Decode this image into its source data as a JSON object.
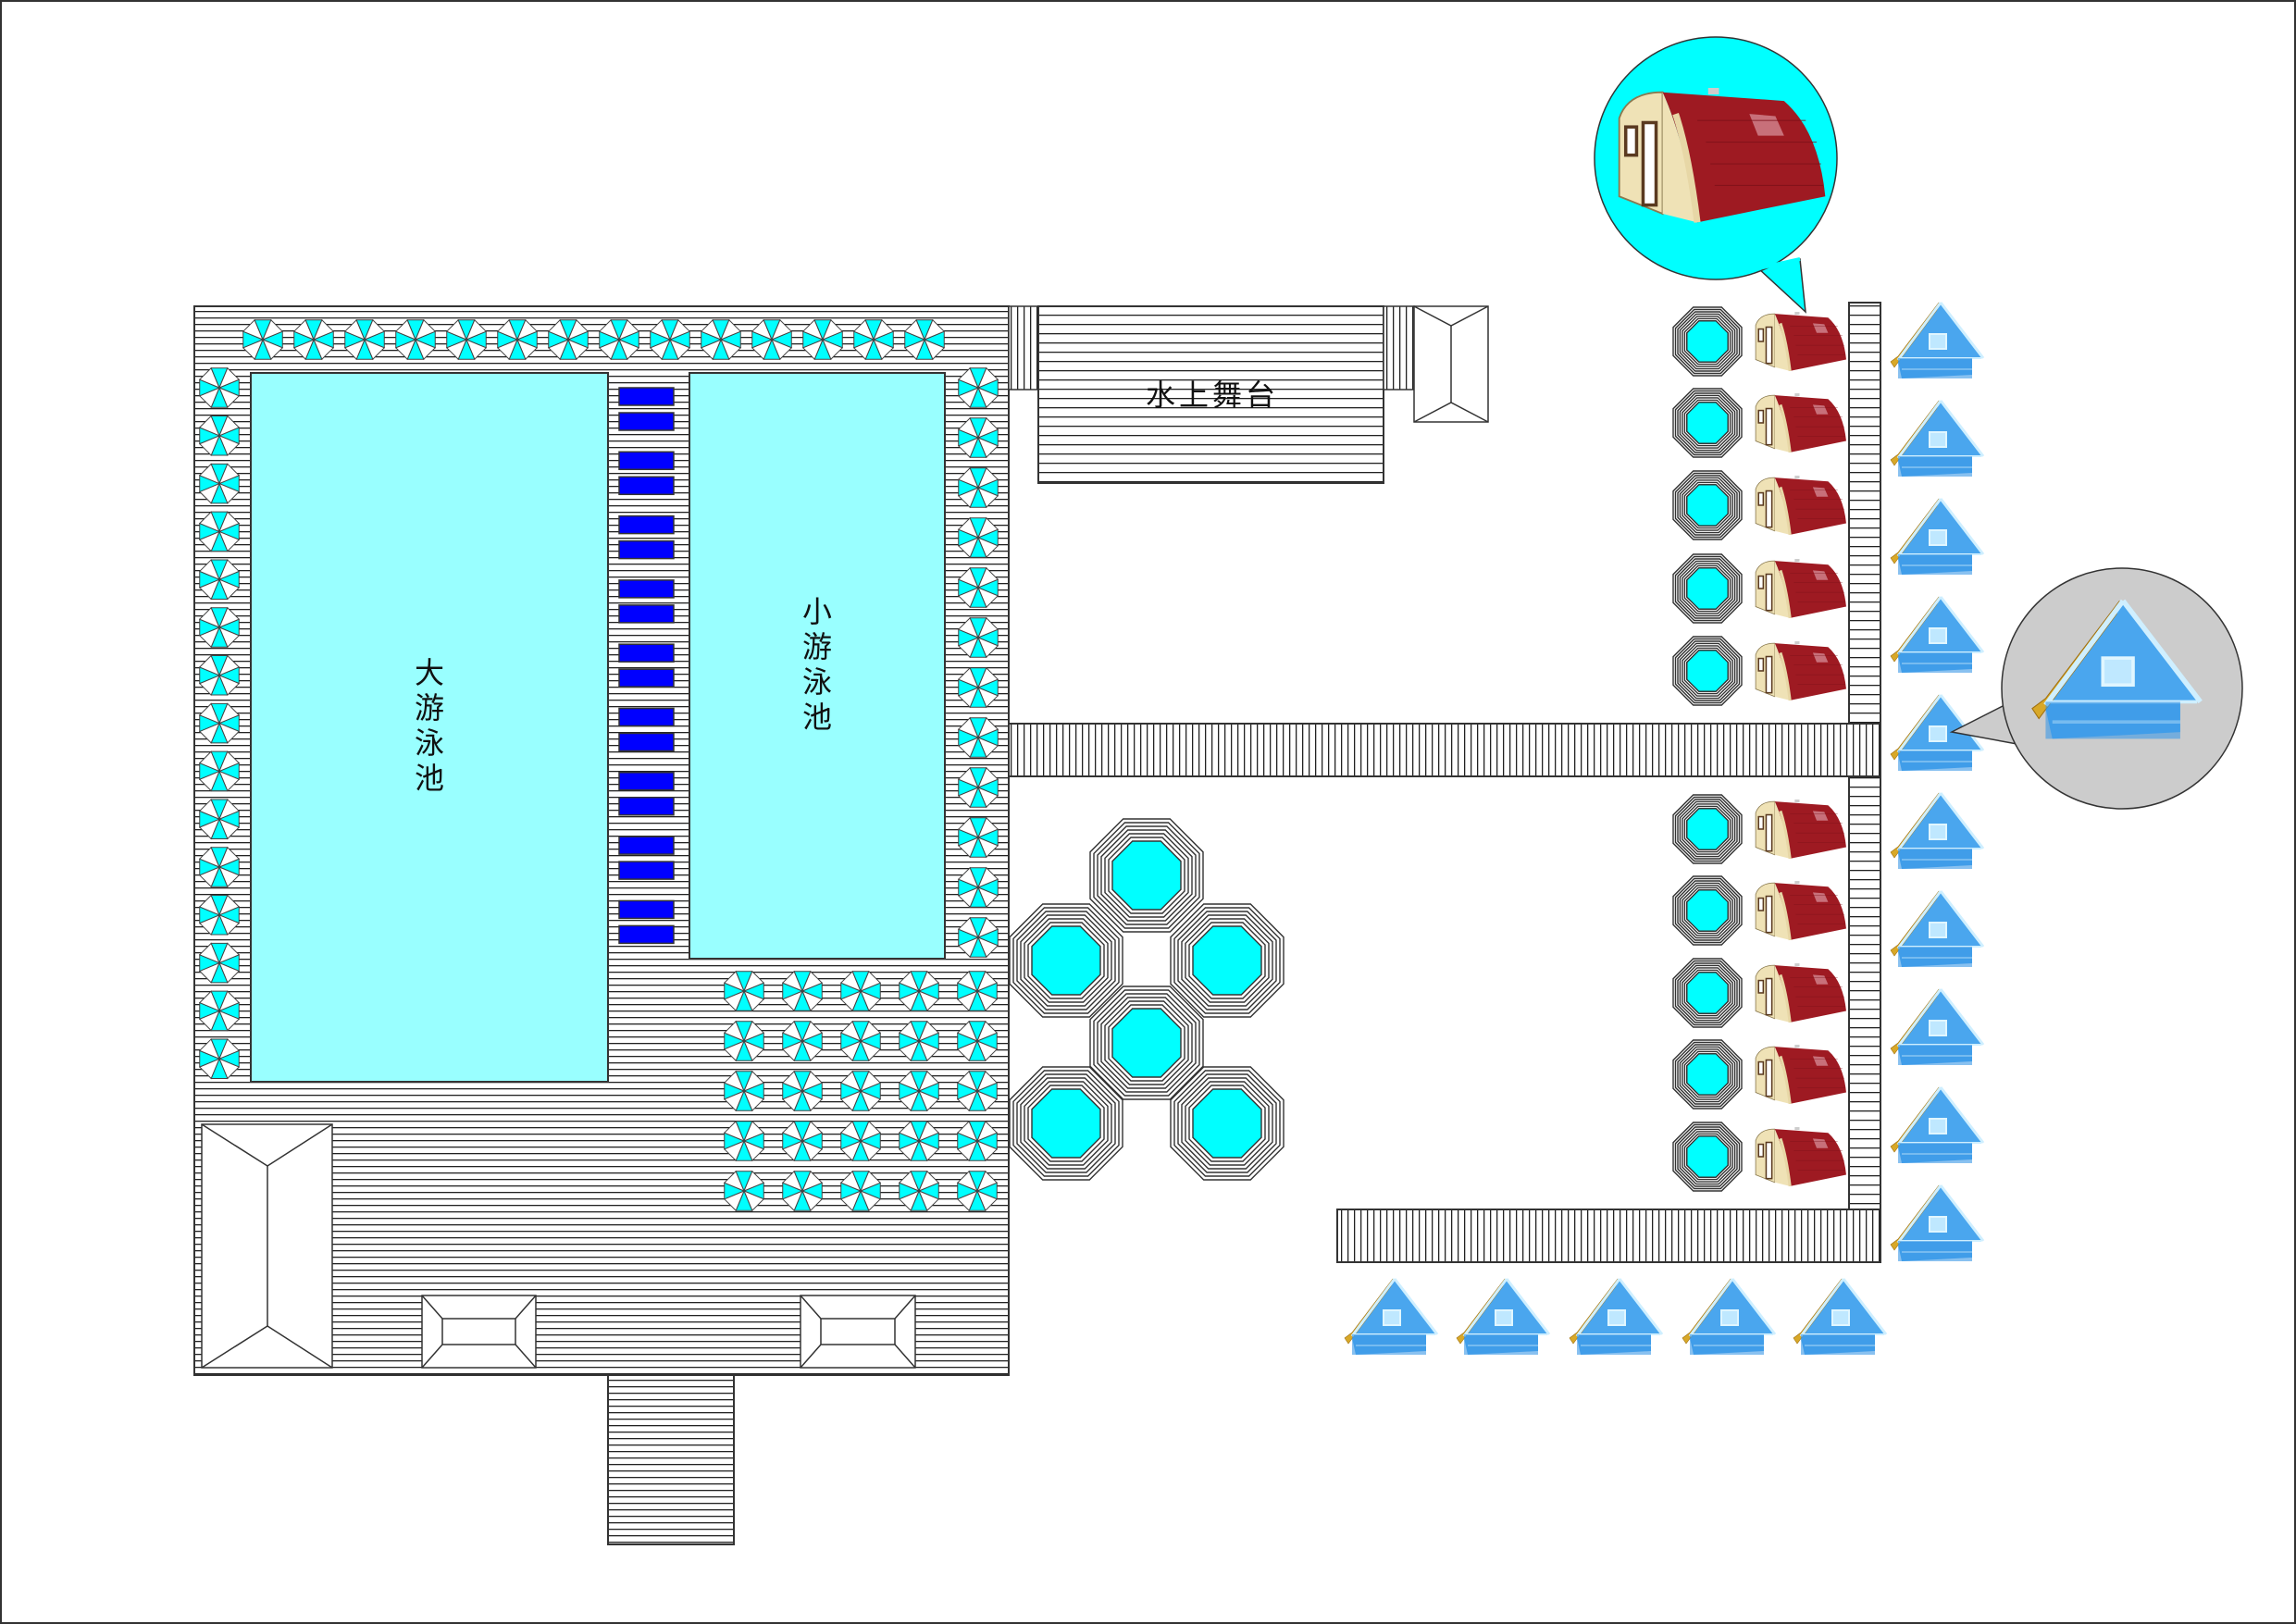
{
  "labels": {
    "big_pool": "大游泳池",
    "small_pool": "小游泳池",
    "stage": "水上舞台"
  },
  "colors": {
    "pool_water": "#99ffff",
    "jacuzzi_water": "#00ffff",
    "lounger": "#0000ff",
    "umbrella": "#00ffff",
    "cabin_roof": "#9e1a22",
    "cabin_wall": "#efe2b6",
    "aframe_blue": "#4aa6ee",
    "aframe_roof": "#d8a828",
    "callout_fill_top": "#00ffff",
    "callout_fill_right": "#cccccc"
  },
  "counts": {
    "arched_cabins": 10,
    "aframe_houses": 15,
    "jacuzzis_large": 6,
    "jacuzzis_small": 10,
    "lounger_pairs": 9
  }
}
